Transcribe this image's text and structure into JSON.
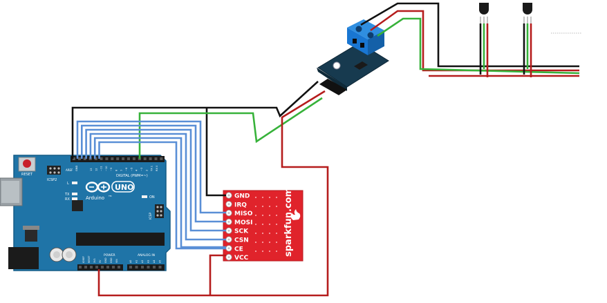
{
  "arduino": {
    "reset_label": "RESET",
    "icsp2_label": "ICSP2",
    "icsp_label": "ICSP",
    "aref_label": "AREF",
    "gnd_label": "GND",
    "l_label": "L",
    "tx_label": "TX",
    "rx_label": "RX",
    "on_label": "ON",
    "digital_label": "DIGITAL (PWM=~)",
    "brand_label": "Arduino",
    "tm_label": "TM",
    "uno_label": "UNO",
    "power_label": "POWER",
    "analog_label": "ANALOG IN",
    "digital_pins": [
      "13",
      "12",
      "~11",
      "~10",
      "~9",
      "8",
      "7",
      "~6",
      "~5",
      "4",
      "~3",
      "2",
      "TX 1",
      "RX 0"
    ],
    "power_pins": [
      "IOREF",
      "RESET",
      "3V3",
      "5V",
      "GND",
      "GND",
      "VIN"
    ],
    "analog_pins": [
      "A0",
      "A1",
      "A2",
      "A3",
      "A4",
      "A5"
    ]
  },
  "transceiver": {
    "brand": "sparkfun.com",
    "pins": [
      "GND",
      "IRQ",
      "MISO",
      "MOSI",
      "SCK",
      "CSN",
      "CE",
      "VCC"
    ]
  },
  "colors": {
    "board": "#1f74a7",
    "board_dark": "#165c86",
    "breakout": "#e0232b",
    "wire_black": "#111111",
    "wire_red": "#b51c1c",
    "wire_green": "#37b23a",
    "wire_blue": "#5a8fd6",
    "terminal": "#1976d2",
    "module_pcb": "#173a4f"
  }
}
